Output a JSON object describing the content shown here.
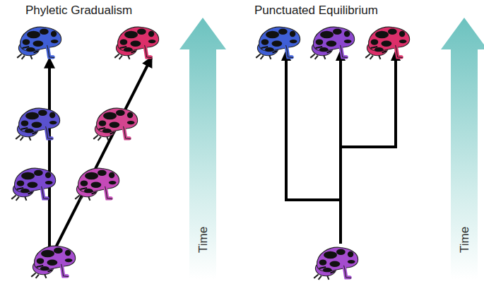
{
  "diagram": {
    "labels": [
      "Phyletic Gradualism",
      "Time",
      "Punctuated Equilibrium",
      "Time"
    ]
  }
}
